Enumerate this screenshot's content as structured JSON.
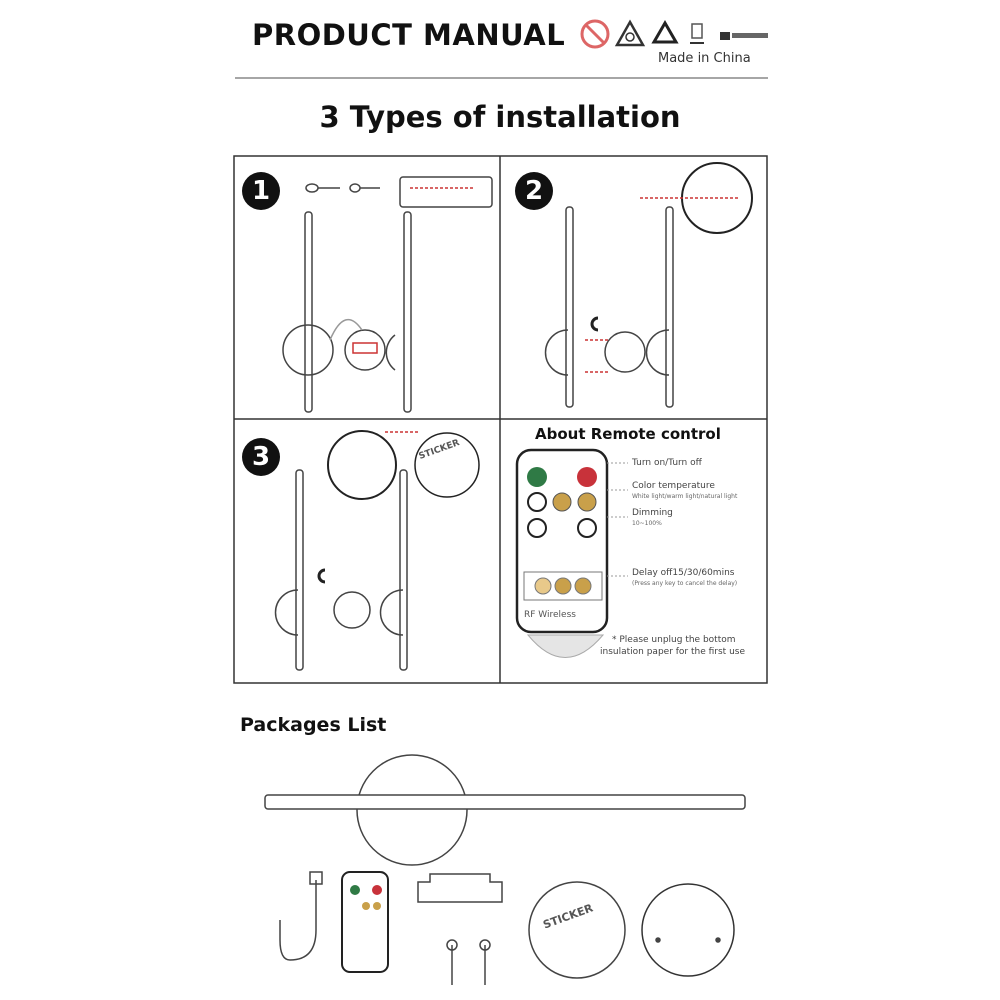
{
  "header": {
    "title": "PRODUCT MANUAL",
    "made_in": "Made in China",
    "certification_icons": [
      "no-diy-icon",
      "rcm-mark-icon",
      "recycle-icon",
      "weee-bin-icon",
      "brand-logo-icon"
    ]
  },
  "section": {
    "title": "3 Types of installation",
    "steps": [
      "1",
      "2",
      "3"
    ]
  },
  "remote": {
    "title": "About Remote control",
    "labels": [
      {
        "main": "Turn on/Turn off",
        "sub": ""
      },
      {
        "main": "Color temperature",
        "sub": "White light/warm light/natural light"
      },
      {
        "main": "Dimming",
        "sub": "10~100%"
      },
      {
        "main": "Delay off15/30/60mins",
        "sub": "(Press any key to cancel the delay)"
      }
    ],
    "rf_label": "RF Wireless",
    "note_line1": "* Please unplug the bottom",
    "note_line2": "insulation paper for the first use",
    "sticker_text": "STICKER",
    "colors": {
      "on": "#2f7a45",
      "off": "#c8323a",
      "warm": "#c9a04a"
    }
  },
  "packages": {
    "title": "Packages List",
    "items": [
      "lamp",
      "usb-cable",
      "remote",
      "mounting-bracket",
      "screws",
      "sticker",
      "base-plate"
    ]
  }
}
